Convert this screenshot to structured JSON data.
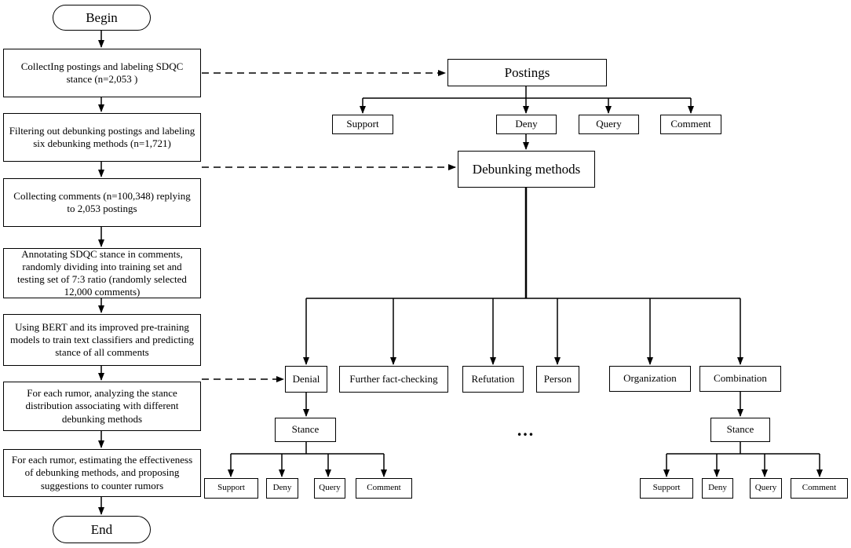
{
  "flow": {
    "begin": "Begin",
    "end": "End",
    "steps": [
      "CollectIng postings and labeling SDQC stance (n=2,053 )",
      "Filtering out debunking postings and labeling six debunking methods (n=1,721)",
      "Collecting comments (n=100,348) replying to 2,053 postings",
      "Annotating SDQC stance in comments, randomly dividing into training set and testing set of  7:3  ratio (randomly selected 12,000 comments)",
      "Using BERT and its improved pre-training models to train text classifiers and predicting stance of all comments",
      "For each rumor, analyzing the stance distribution associating with different debunking methods",
      "For each rumor, estimating the effectiveness of  debunking methods, and proposing suggestions to counter rumors"
    ]
  },
  "tree": {
    "postings": "Postings",
    "postings_stances": [
      "Support",
      "Deny",
      "Query",
      "Comment"
    ],
    "debunking": "Debunking methods",
    "methods": [
      "Denial",
      "Further fact-checking",
      "Refutation",
      "Person",
      "Organization",
      "Combination"
    ],
    "stance": "Stance",
    "stance_children": [
      "Support",
      "Deny",
      "Query",
      "Comment"
    ],
    "ellipsis": "…"
  }
}
